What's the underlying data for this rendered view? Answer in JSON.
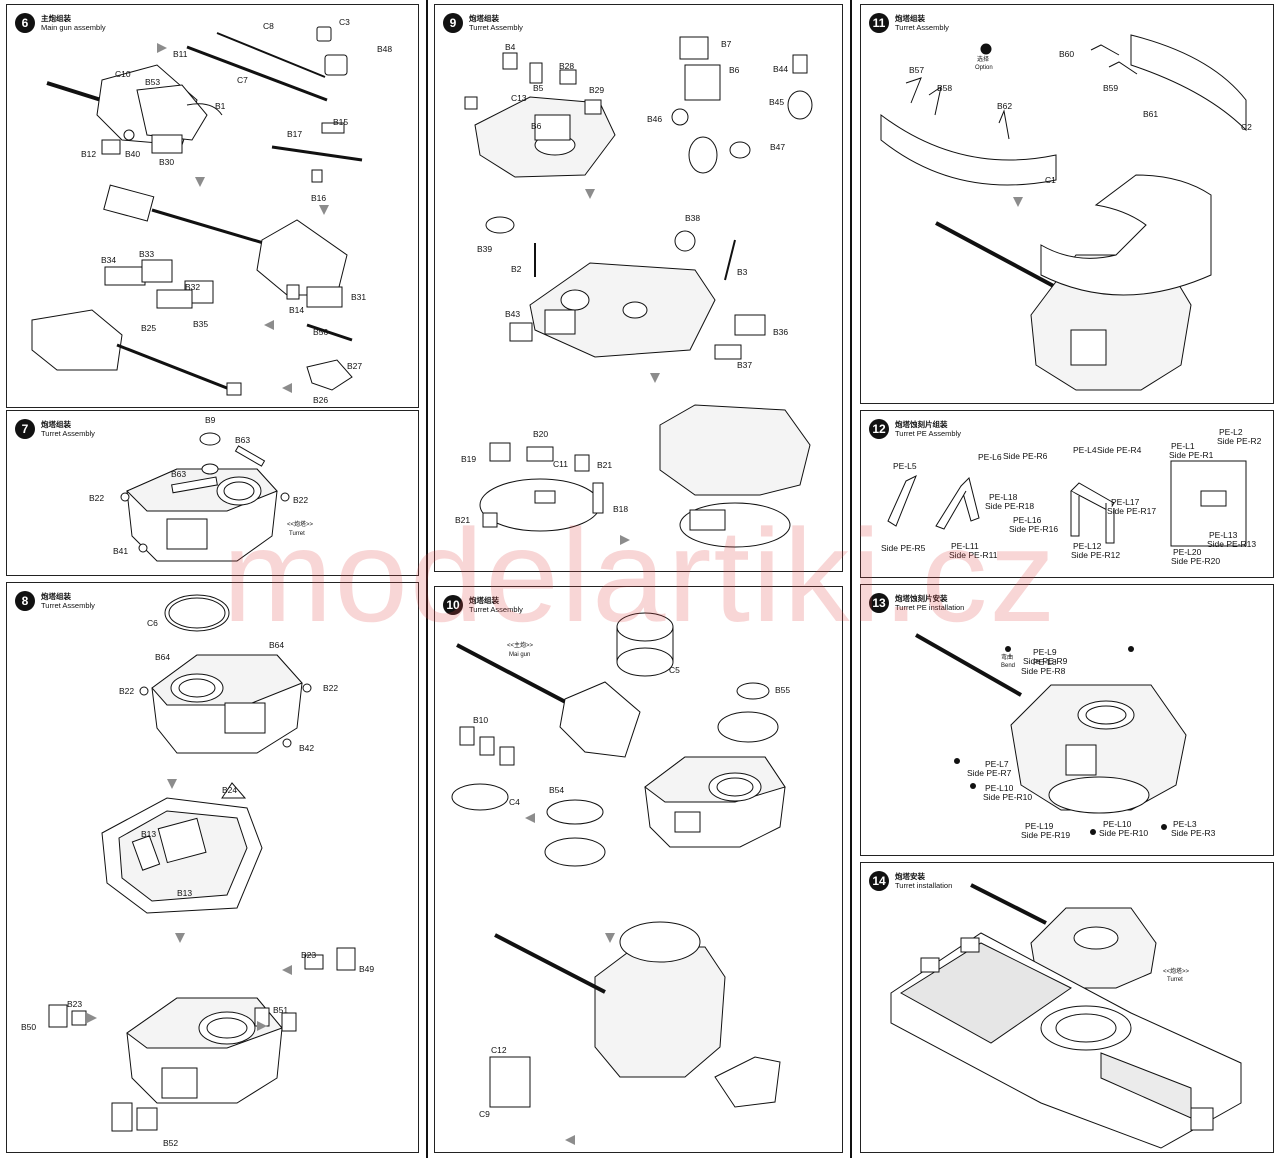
{
  "steps": {
    "s6": {
      "num": "6",
      "cn": "主炮组装",
      "en": "Main gun assembly"
    },
    "s7": {
      "num": "7",
      "cn": "炮塔组装",
      "en": "Turret Assembly"
    },
    "s8": {
      "num": "8",
      "cn": "炮塔组装",
      "en": "Turret Assembly"
    },
    "s9": {
      "num": "9",
      "cn": "炮塔组装",
      "en": "Turret Assembly"
    },
    "s10": {
      "num": "10",
      "cn": "炮塔组装",
      "en": "Turret Assembly"
    },
    "s11": {
      "num": "11",
      "cn": "炮塔组装",
      "en": "Turret Assembly"
    },
    "s12": {
      "num": "12",
      "cn": "炮塔蚀刻片组装",
      "en": "Turret PE Assembly"
    },
    "s13": {
      "num": "13",
      "cn": "炮塔蚀刻片安装",
      "en": "Turret PE  installation"
    },
    "s14": {
      "num": "14",
      "cn": "炮塔安装",
      "en": "Turret installation"
    }
  },
  "labels": {
    "s6": [
      "C8",
      "C3",
      "B48",
      "C7",
      "B11",
      "C10",
      "B53",
      "B1",
      "B15",
      "B17",
      "B12",
      "B40",
      "B30",
      "B16",
      "B34",
      "B33",
      "B32",
      "B35",
      "B31",
      "B14",
      "B25",
      "B56",
      "B27",
      "B26"
    ],
    "s7": [
      "B9",
      "B63",
      "B63",
      "B22",
      "B22",
      "B41"
    ],
    "s7_turret_cn": "<<炮塔>>",
    "s7_turret_en": "Turret",
    "s8": [
      "C6",
      "B64",
      "B64",
      "B22",
      "B22",
      "B42",
      "B24",
      "B13",
      "B13",
      "B23",
      "B49",
      "B23",
      "B50",
      "B51",
      "B52"
    ],
    "s9": [
      "B4",
      "B28",
      "B7",
      "B5",
      "B29",
      "B6",
      "B44",
      "C13",
      "B6",
      "B45",
      "B46",
      "B47",
      "B38",
      "B39",
      "B2",
      "B3",
      "B43",
      "B36",
      "B37",
      "B20",
      "B19",
      "C11",
      "B21",
      "B18",
      "B21"
    ],
    "s10_maingun_cn": "<<主炮>>",
    "s10_maingun_en": "Mai gun",
    "s10": [
      "C5",
      "B55",
      "B10",
      "C4",
      "B54",
      "C12",
      "C9"
    ],
    "s11_option_cn": "选择",
    "s11_option_en": "Option",
    "s11": [
      "B60",
      "B57",
      "B58",
      "B62",
      "B59",
      "B61",
      "C2",
      "C1"
    ],
    "s12": [
      "PE-L2",
      "Side PE-R2",
      "PE-L1",
      "Side PE-R1",
      "PE-L4",
      "Side PE-R4",
      "PE-L5",
      "PE-L6",
      "Side PE-R6",
      "PE-L18",
      "Side PE-R18",
      "PE-L17",
      "Side PE-R17",
      "PE-L16",
      "Side PE-R16",
      "PE-L13",
      "Side PE-R13",
      "PE-L20",
      "Side PE-R20",
      "Side PE-R5",
      "PE-L11",
      "Side PE-R11",
      "PE-L12",
      "Side PE-R12"
    ],
    "s13": [
      "PE-L9",
      "Side PE-R9",
      "PE-L8",
      "Side PE-R8",
      "PE-L7",
      "Side PE-R7",
      "PE-L10",
      "Side PE-R10",
      "PE-L19",
      "Side PE-R19",
      "PE-L10",
      "Side PE-R10",
      "PE-L3",
      "Side PE-R3"
    ],
    "bend_cn": "弯曲",
    "bend_en": "Bend",
    "s14_turret_cn": "<<炮塔>>",
    "s14_turret_en": "Turret"
  },
  "watermark": "modelartiki.cz",
  "colors": {
    "ink": "#111111",
    "watermark": "#e14646",
    "arrow": "#8c8c8c"
  }
}
